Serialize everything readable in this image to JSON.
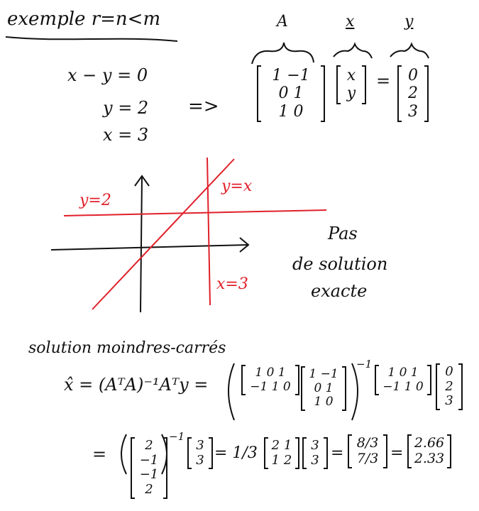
{
  "title": "exemple r=n<m",
  "system": {
    "eq1": "x − y = 0",
    "eq2": "y = 2",
    "eq3": "x = 3",
    "arrow": "=>"
  },
  "matrix_form": {
    "label_A": "A",
    "label_x": "x",
    "label_y": "y",
    "A_rows": [
      "1  −1",
      "0   1",
      "1   0"
    ],
    "x_rows": [
      "x",
      "y"
    ],
    "equals": "=",
    "y_rows": [
      "0",
      "2",
      "3"
    ]
  },
  "graph": {
    "label_y2": "y=2",
    "label_yx": "y=x",
    "label_x3": "x=3",
    "colors": {
      "axis": "#111111",
      "lines": "#e0202a"
    }
  },
  "no_solution": [
    "Pas",
    "de solution",
    "exacte"
  ],
  "least_squares": {
    "heading": "solution moindres-carrés",
    "line1_lhs": "x̂ = (AᵀA)⁻¹Aᵀy =",
    "At_rows": [
      "1  0  1",
      "−1  1  0"
    ],
    "A_rows": [
      "1  −1",
      "0   1",
      "1   0"
    ],
    "inv": "−1",
    "At2_rows": [
      "1  0  1",
      "−1  1  0"
    ],
    "y_rows": [
      "0",
      "2",
      "3"
    ],
    "line2_eq": "=",
    "AtA_rows": [
      "2  −1",
      "−1   2"
    ],
    "Aty_rows": [
      "3",
      "3"
    ],
    "third": "= 1/3",
    "inv_rows": [
      "2  1",
      "1  2"
    ],
    "Aty2_rows": [
      "3",
      "3"
    ],
    "frac_rows": [
      "8/3",
      "7/3"
    ],
    "dec_rows": [
      "2.66",
      "2.33"
    ]
  }
}
